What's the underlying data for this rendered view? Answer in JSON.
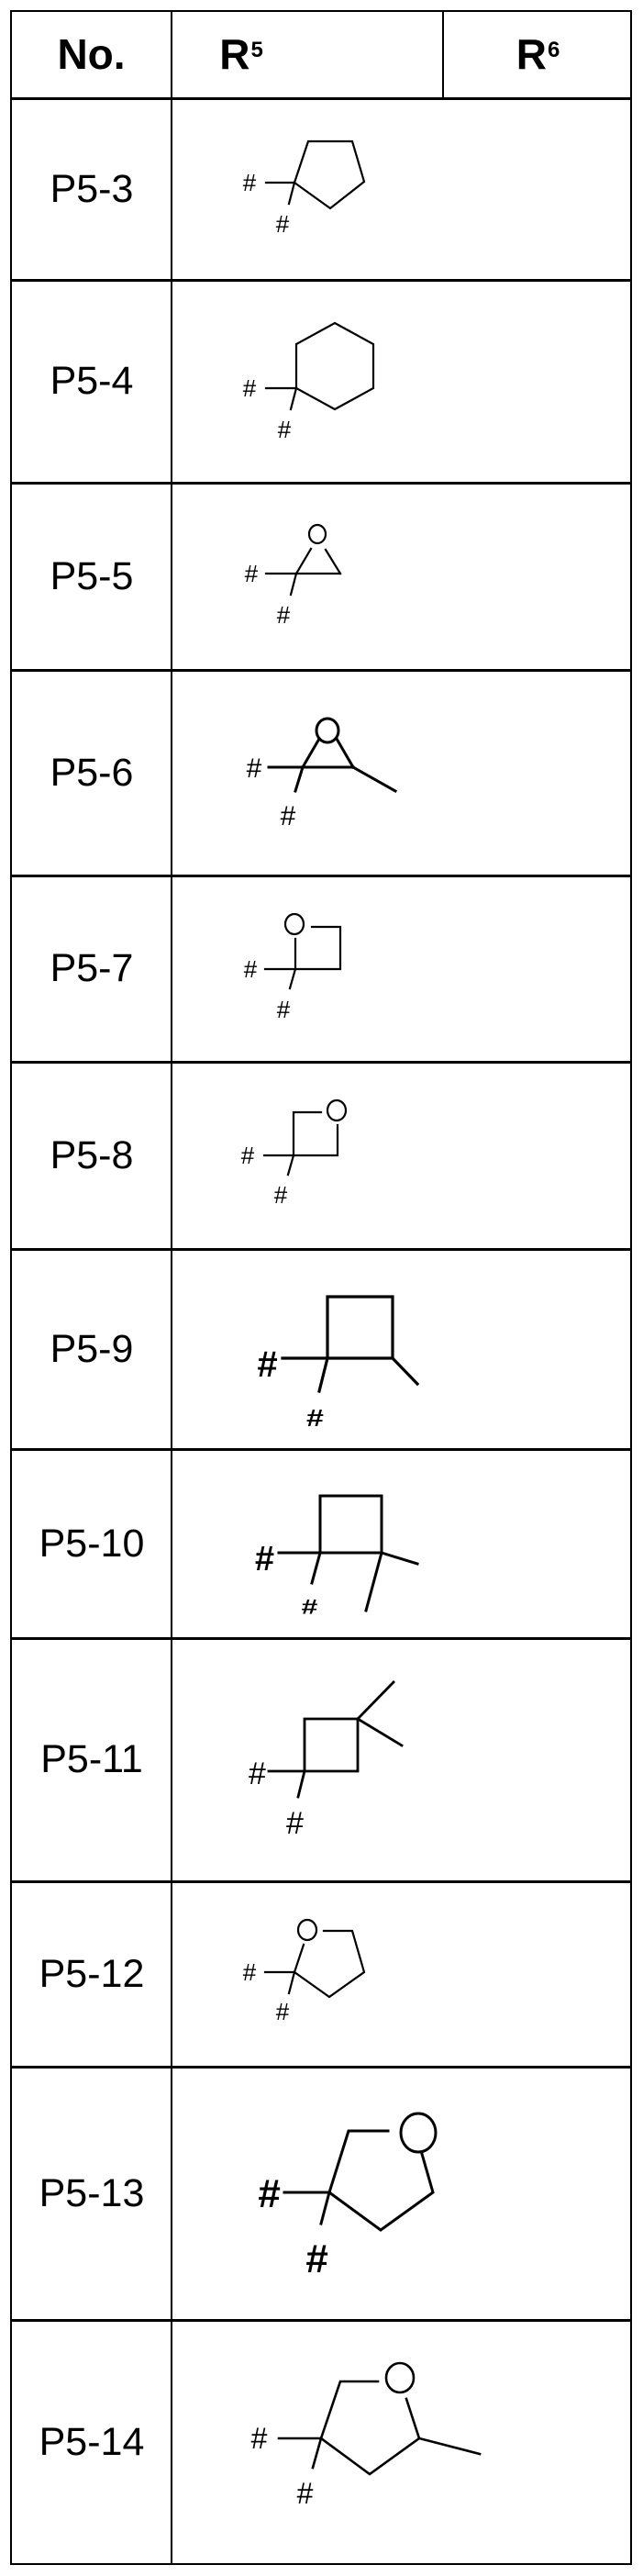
{
  "table": {
    "headers": {
      "no": "No.",
      "r5_base": "R",
      "r5_sup": "5",
      "r6_base": "R",
      "r6_sup": "6"
    },
    "rows": [
      {
        "no": "P5-3",
        "r5": "cyclopentane-1,1-diyl (#,# attachment)",
        "r6": ""
      },
      {
        "no": "P5-4",
        "r5": "cyclohexane-1,1-diyl",
        "r6": ""
      },
      {
        "no": "P5-5",
        "r5": "oxirane-2,2-diyl",
        "r6": ""
      },
      {
        "no": "P5-6",
        "r5": "3-methyloxirane-2,2-diyl",
        "r6": ""
      },
      {
        "no": "P5-7",
        "r5": "oxetane-2,2-diyl",
        "r6": ""
      },
      {
        "no": "P5-8",
        "r5": "oxetane-3,3-diyl",
        "r6": ""
      },
      {
        "no": "P5-9",
        "r5": "2-methylcyclobutane-1,1-diyl",
        "r6": ""
      },
      {
        "no": "P5-10",
        "r5": "2,2-dimethylcyclobutane-1,1-diyl",
        "r6": ""
      },
      {
        "no": "P5-11",
        "r5": "3,3-dimethylcyclobutane-1,1-diyl",
        "r6": ""
      },
      {
        "no": "P5-12",
        "r5": "tetrahydrofuran-2,2-diyl",
        "r6": ""
      },
      {
        "no": "P5-13",
        "r5": "tetrahydrofuran-3,3-diyl",
        "r6": ""
      },
      {
        "no": "P5-14",
        "r5": "5-methyltetrahydrofuran-3,3-diyl",
        "r6": ""
      }
    ]
  },
  "structure_labels": {
    "attachment": "#",
    "oxygen": "O"
  }
}
